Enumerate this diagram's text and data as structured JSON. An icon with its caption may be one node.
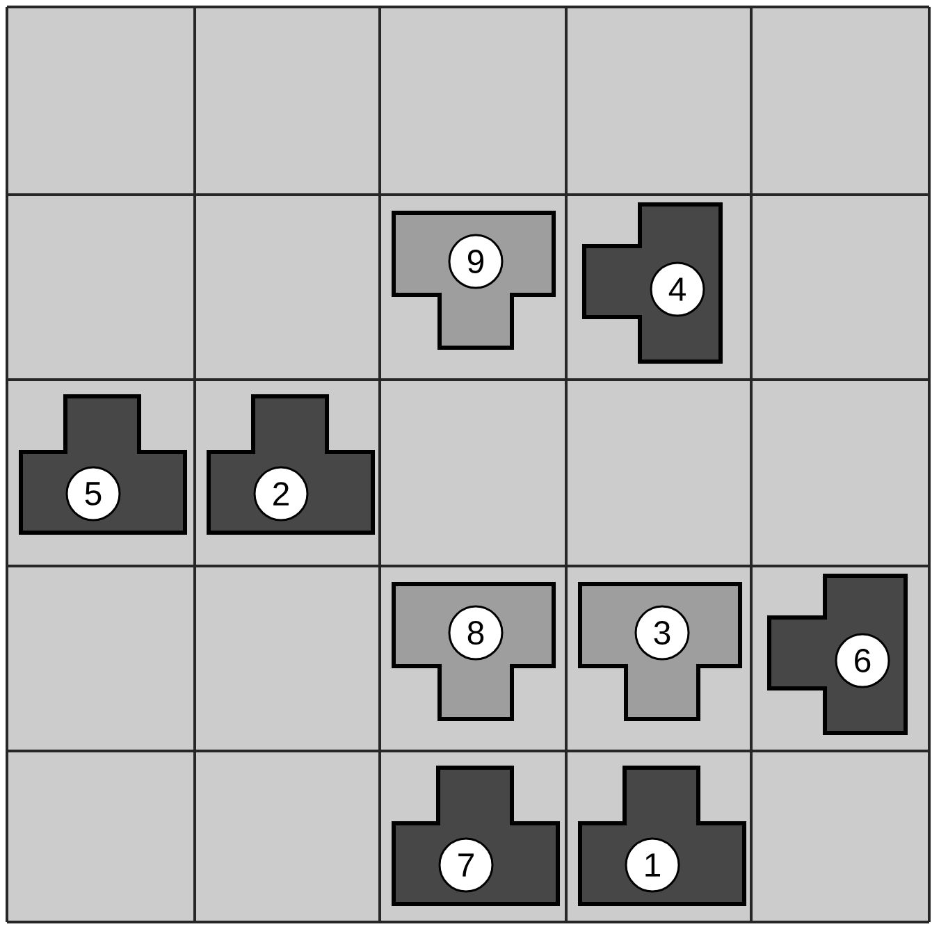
{
  "diagram": {
    "nodes": [
      {
        "text": [
          "9"
        ]
      },
      {
        "text": [
          "4"
        ]
      },
      {
        "text": [
          "5"
        ]
      },
      {
        "text": [
          "2"
        ]
      },
      {
        "text": [
          "8"
        ]
      },
      {
        "text": [
          "3"
        ]
      },
      {
        "text": [
          "6"
        ]
      },
      {
        "text": [
          "7"
        ]
      },
      {
        "text": [
          "1"
        ]
      }
    ]
  }
}
